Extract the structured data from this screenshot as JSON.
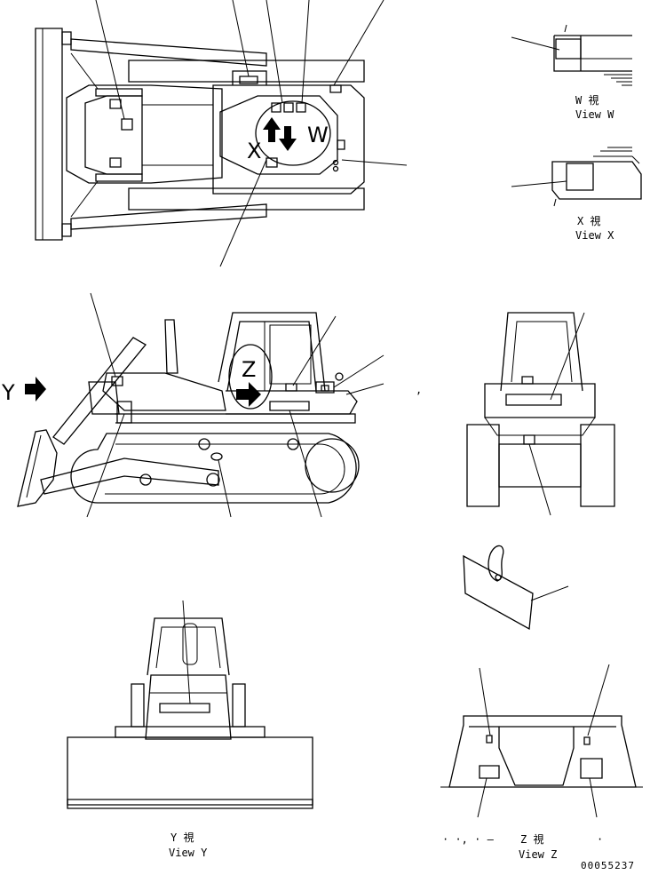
{
  "views": {
    "w": {
      "jp": "W 視",
      "en": "View W"
    },
    "x": {
      "jp": "X 視",
      "en": "View X"
    },
    "y": {
      "jp": "Y 視",
      "en": "View Y"
    },
    "z": {
      "jp": "Z 視",
      "en": "View Z"
    }
  },
  "markers": {
    "w": "W",
    "x": "X",
    "y": "Y",
    "z": "Z"
  },
  "stray_marks": {
    "comma": ",",
    "view_z_prefix": "· ·, · –",
    "view_z_suffix": "·"
  },
  "drawing_number": "00055237"
}
